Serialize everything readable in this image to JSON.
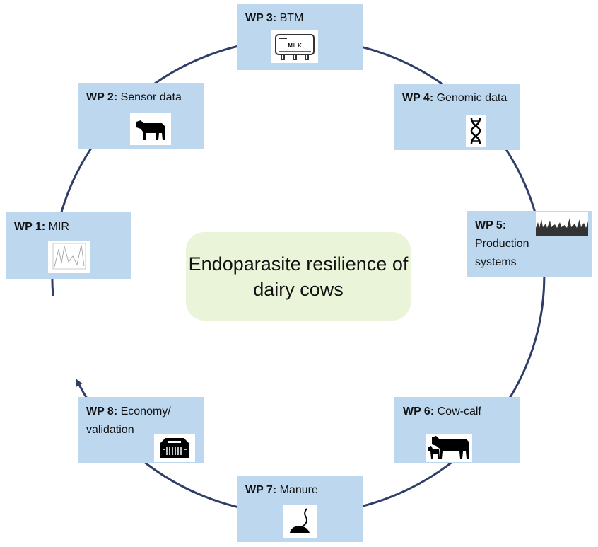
{
  "title": "Endoparasite resilience of dairy cows",
  "work_packages": [
    {
      "id": "WP 1:",
      "label": "MIR",
      "icon": "spectrum-chart-icon"
    },
    {
      "id": "WP 2:",
      "label": "Sensor data",
      "icon": "cow-icon"
    },
    {
      "id": "WP 3:",
      "label": "BTM",
      "icon": "milk-tank-icon",
      "icon_text": "MILK"
    },
    {
      "id": "WP 4:",
      "label": "Genomic data",
      "icon": "dna-icon"
    },
    {
      "id": "WP 5:",
      "label": "Production systems",
      "icon": "grass-icon"
    },
    {
      "id": "WP 6:",
      "label": "Cow-calf",
      "icon": "cow-calf-icon"
    },
    {
      "id": "WP 7:",
      "label": "Manure",
      "icon": "manure-icon"
    },
    {
      "id": "WP 8:",
      "label": "Economy/ validation",
      "icon": "barn-icon"
    }
  ],
  "colors": {
    "box": "#bdd7ee",
    "center": "#e9f4d8",
    "ring": "#2f3e68"
  }
}
